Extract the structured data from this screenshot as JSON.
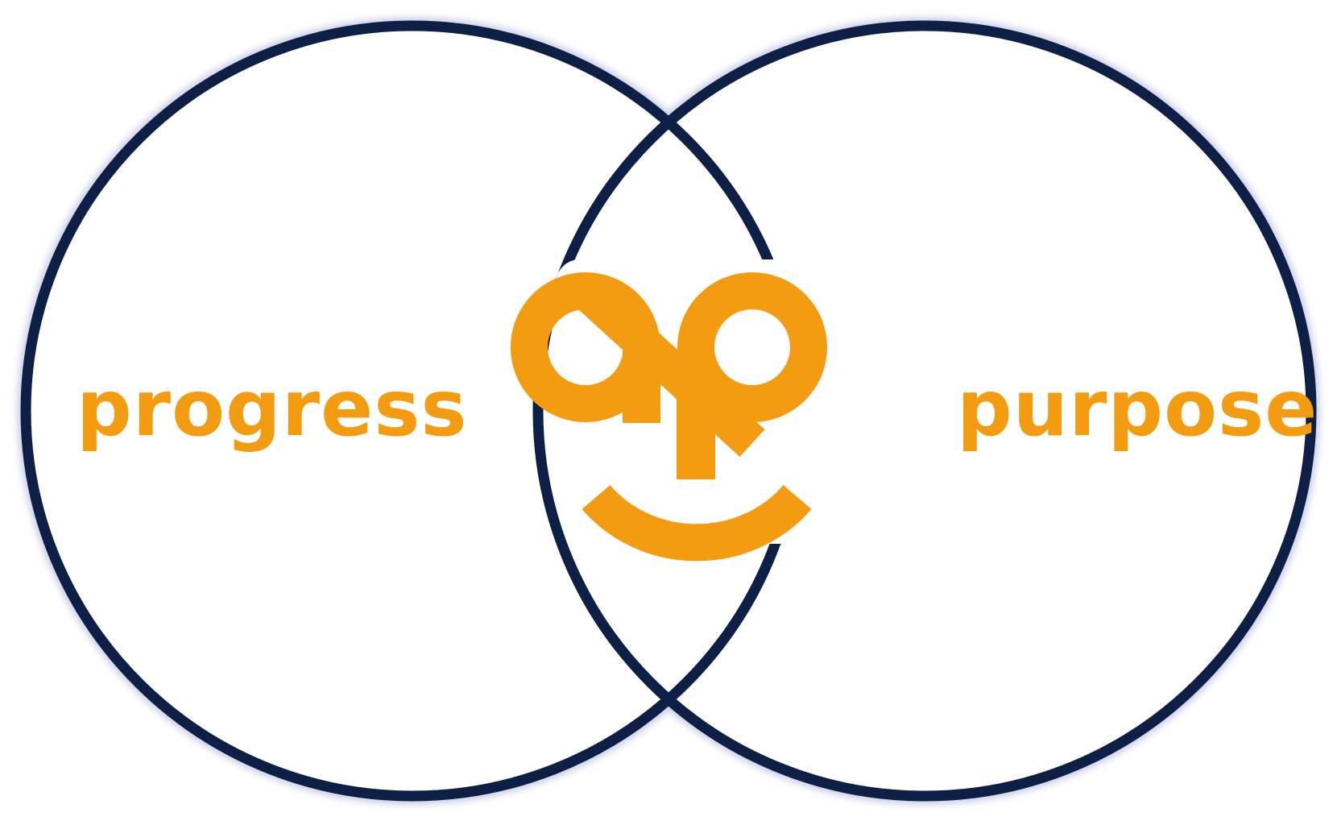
{
  "diagram": {
    "type": "venn",
    "left_label": "progress",
    "right_label": "purpose",
    "colors": {
      "outline": "#0d1f45",
      "accent": "#f39c12",
      "halo": "#c9cde8",
      "background": "#ffffff"
    },
    "center_logo": "ap-smiley-logo"
  }
}
